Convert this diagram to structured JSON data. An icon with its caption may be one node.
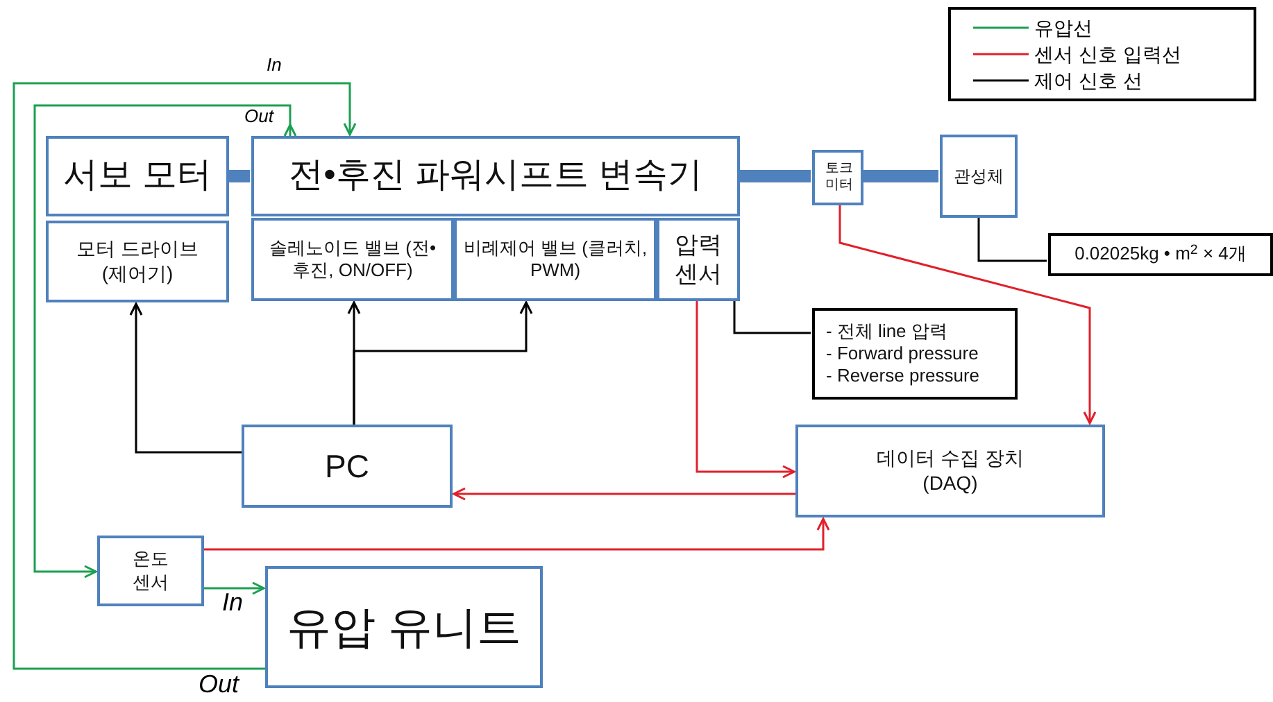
{
  "diagram": {
    "nodes": [
      {
        "text": [
          "서보 모터"
        ]
      },
      {
        "text": [
          "모터 드라이브 (제어기)"
        ]
      },
      {
        "text": [
          "전•후진 파워시프트 변속기"
        ]
      },
      {
        "text": [
          "솔레노이드 밸브 (전•후진, ON/OFF)"
        ]
      },
      {
        "text": [
          "비례제어 밸브 (클러치, PWM)"
        ]
      },
      {
        "text": [
          "압력 센서"
        ]
      },
      {
        "text": [
          "토크 미터"
        ]
      },
      {
        "text": [
          "관성체"
        ]
      },
      {
        "text": [
          "0.02025kg • m$^{2}$ × 4개"
        ]
      },
      {
        "text": [
          "- 전체 line 압력",
          "- Forward pressure",
          "- Reverse pressure"
        ]
      },
      {
        "text": [
          "PC"
        ]
      },
      {
        "text": [
          "데이터 수집 장치 (DAQ)"
        ]
      },
      {
        "text": [
          "온도 센서"
        ]
      },
      {
        "text": [
          "유압 유니트"
        ]
      }
    ],
    "edges": [
      {
        "from": 0,
        "to": 2,
        "arrow": "none",
        "style": "thick",
        "color": "#4f81bd"
      },
      {
        "from": 2,
        "to": 6,
        "arrow": "none",
        "style": "thick",
        "color": "#4f81bd"
      },
      {
        "from": 6,
        "to": 7,
        "arrow": "none",
        "style": "thick",
        "color": "#4f81bd"
      },
      {
        "from": 10,
        "to": 1,
        "arrow": "to"
      },
      {
        "from": 10,
        "to": 3,
        "arrow": "to"
      },
      {
        "from": 10,
        "to": 4,
        "arrow": "to"
      },
      {
        "from": 5,
        "to": 9,
        "arrow": "none"
      },
      {
        "from": 7,
        "to": 8,
        "arrow": "none"
      },
      {
        "from": 5,
        "to": 11,
        "arrow": "to",
        "color": "#e0202a"
      },
      {
        "from": 6,
        "to": 11,
        "arrow": "to",
        "color": "#e0202a"
      },
      {
        "from": 11,
        "to": 10,
        "arrow": "to",
        "color": "#e0202a"
      },
      {
        "from": 12,
        "to": 11,
        "arrow": "to",
        "color": "#e0202a"
      },
      {
        "from": 13,
        "to": 2,
        "arrow": "to",
        "label": "In",
        "color": "#1aa050"
      },
      {
        "from": 2,
        "to": 12,
        "arrow": "to",
        "label": "Out",
        "color": "#1aa050"
      },
      {
        "from": 12,
        "to": 13,
        "arrow": "to",
        "label": "In",
        "color": "#1aa050"
      }
    ],
    "labels": [
      "Out"
    ],
    "legend": [
      {
        "text": "유압선"
      },
      {
        "text": "센서 신호 입력선"
      },
      {
        "text": "제어 신호 선"
      }
    ]
  }
}
